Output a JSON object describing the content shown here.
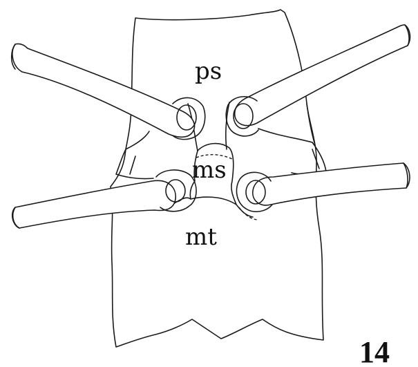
{
  "labels": {
    "prosternum": "ps",
    "mesosternum": "ms",
    "metasternum": "mt"
  },
  "figure_number": "14",
  "colors": {
    "ink": "#1a1a1a",
    "background": "#ffffff"
  }
}
